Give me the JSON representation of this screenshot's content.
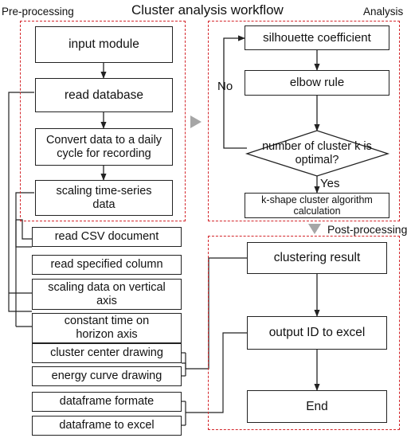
{
  "title": "Cluster analysis workflow",
  "sections": {
    "preprocessing": "Pre-processing",
    "analysis": "Analysis",
    "postprocessing": "Post-processing"
  },
  "pre_steps": {
    "input_module": "input module",
    "read_database": "read database",
    "convert_line1": "Convert data to a daily",
    "convert_line2": "cycle for recording",
    "scaling_line1": "scaling time-series",
    "scaling_line2": "data"
  },
  "analysis_steps": {
    "silhouette": "silhouette coefficient",
    "elbow": "elbow rule",
    "decision_line1": "number of cluster k is",
    "decision_line2": "optimal?",
    "no_label": "No",
    "yes_label": "Yes",
    "kshape_line1": "k-shape cluster algorithm",
    "kshape_line2": "calculation"
  },
  "post_steps": {
    "clustering_result": "clustering result",
    "output_id": "output ID to excel",
    "end": "End"
  },
  "functions": {
    "read_csv": "read CSV document",
    "read_column": "read specified column",
    "scaling_vertical_line1": "scaling data on vertical",
    "scaling_vertical_line2": "axis",
    "constant_time_line1": "constant time on",
    "constant_time_line2": "horizon axis",
    "cluster_center": "cluster center drawing",
    "energy_curve": "energy curve drawing",
    "df_formate": "dataframe formate",
    "df_excel": "dataframe to excel"
  },
  "colors": {
    "dashed_border": "#d4262b",
    "line": "#222222",
    "section_arrow": "#a6a6a6"
  }
}
